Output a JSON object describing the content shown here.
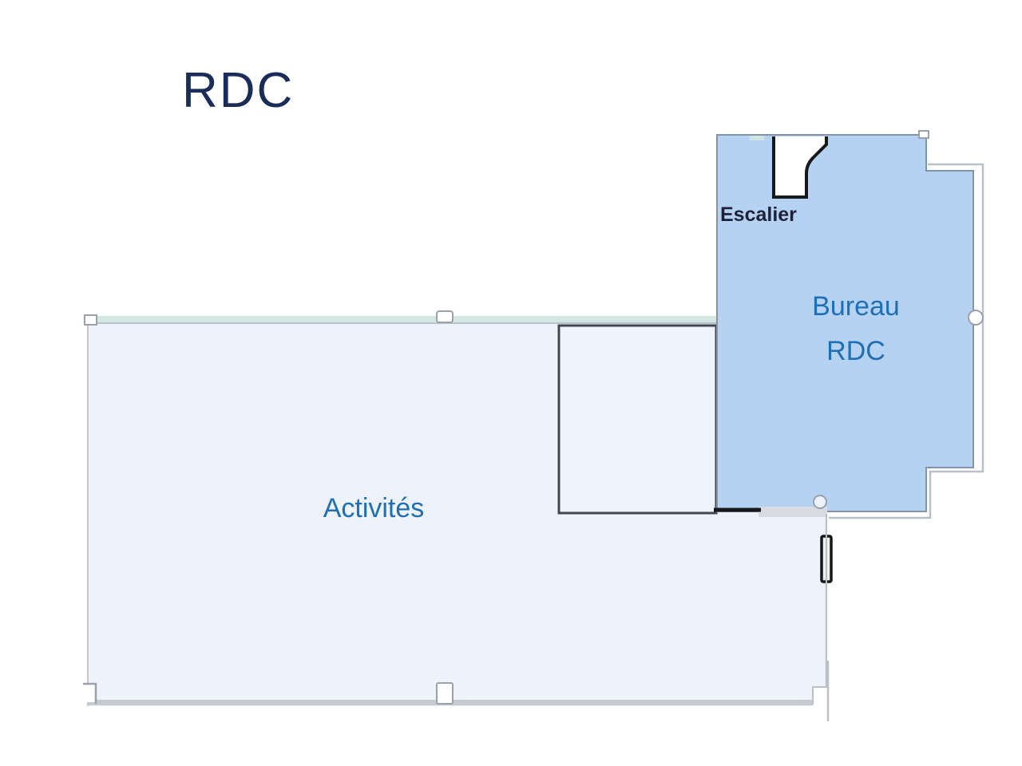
{
  "title": {
    "text": "RDC",
    "color": "#1a2c59"
  },
  "floorplan": {
    "rooms": {
      "bureau": {
        "label_line1": "Bureau",
        "label_line2": "RDC",
        "fill": "#b5d2f3",
        "label_color": "#1f6fb5"
      },
      "escalier": {
        "label": "Escalier",
        "label_color": "#1e2238"
      },
      "activites": {
        "label": "Activités",
        "fill": "#edf2fb",
        "label_color": "#1f6fb5"
      },
      "annex": {
        "fill": "#eef3fc"
      }
    },
    "walls": {
      "inner_outline": "#8494a6",
      "outer_outline": "#b9c0c7",
      "dark_wall": "#17181a",
      "top_wall_band": "#d3e6e2",
      "bottom_wall_band": "#c6cacf",
      "door_band": "#d8dce0"
    }
  }
}
